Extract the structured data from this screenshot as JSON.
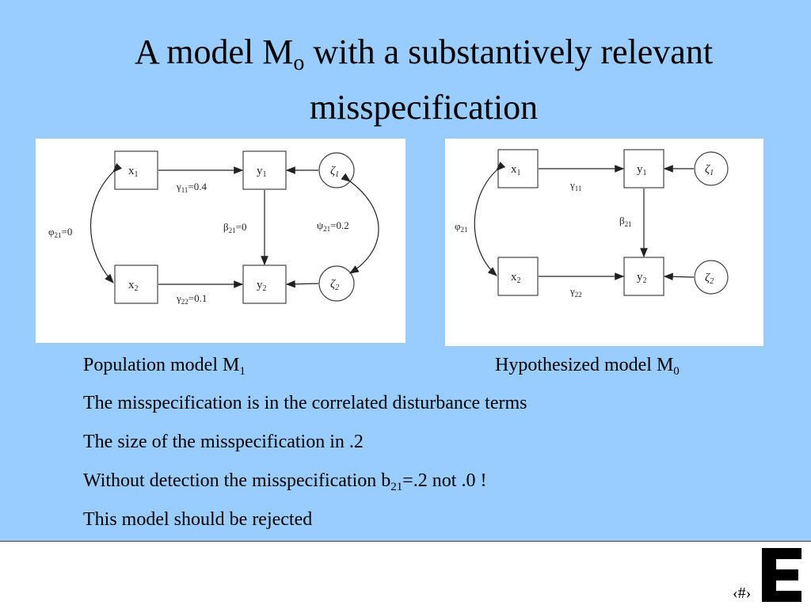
{
  "title": {
    "line1_a": "A model M",
    "line1_sub": "o",
    "line1_b": " with a substantively relevant",
    "line2": "misspecification"
  },
  "diagram_left": {
    "nodes": {
      "x1": "x",
      "x1_sub": "1",
      "x2": "x",
      "x2_sub": "2",
      "y1": "y",
      "y1_sub": "1",
      "y2": "y",
      "y2_sub": "2",
      "z1": "ζ",
      "z1_sub": "1",
      "z2": "ζ",
      "z2_sub": "2"
    },
    "params": {
      "phi": "φ",
      "phi_sub": "21",
      "phi_val": "=0",
      "g11": "γ",
      "g11_sub": "11",
      "g11_val": "=0.4",
      "b21": "β",
      "b21_sub": "21",
      "b21_val": "=0",
      "psi": "ψ",
      "psi_sub": "21",
      "psi_val": "=0.2",
      "g22": "γ",
      "g22_sub": "22",
      "g22_val": "=0.1"
    }
  },
  "diagram_right": {
    "nodes": {
      "x1": "x",
      "x1_sub": "1",
      "x2": "x",
      "x2_sub": "2",
      "y1": "y",
      "y1_sub": "1",
      "y2": "y",
      "y2_sub": "2",
      "z1": "ζ",
      "z1_sub": "1",
      "z2": "ζ",
      "z2_sub": "2"
    },
    "params": {
      "phi": "φ",
      "phi_sub": "21",
      "g11": "γ",
      "g11_sub": "11",
      "b21": "β",
      "b21_sub": "21",
      "g22": "γ",
      "g22_sub": "22"
    }
  },
  "captions": {
    "left_a": "Population model M",
    "left_sub": "1",
    "right_a": "Hypothesized model M",
    "right_sub": "0"
  },
  "bullets": {
    "b1": "The misspecification is in the correlated disturbance terms",
    "b2": "The size of the misspecification in .2",
    "b3_a": "Without detection the misspecification b",
    "b3_sub": "21",
    "b3_b": "=.2 not .0 !",
    "b4": "This model should be rejected"
  },
  "footer": {
    "slide_number": "‹#›"
  },
  "colors": {
    "background": "#99ccff",
    "panel": "#ffffff"
  }
}
